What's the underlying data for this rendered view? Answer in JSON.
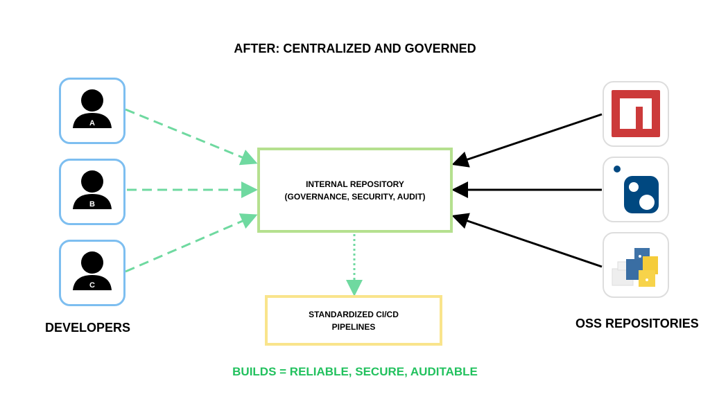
{
  "title": "AFTER: CENTRALIZED AND GOVERNED",
  "developers": {
    "label": "DEVELOPERS",
    "items": [
      {
        "letter": "A"
      },
      {
        "letter": "B"
      },
      {
        "letter": "C"
      }
    ]
  },
  "internal_repo": {
    "line1": "INTERNAL REPOSITORY",
    "line2": "(GOVERNANCE, SECURITY, AUDIT)"
  },
  "pipelines": {
    "line1": "STANDARDIZED CI/CD",
    "line2": "PIPELINES"
  },
  "oss": {
    "label": "OSS REPOSITORIES",
    "items": [
      "npm-logo-icon",
      "nuget-logo-icon",
      "pypi-logo-icon"
    ]
  },
  "footer": "BUILDS = RELIABLE, SECURE, AUDITABLE",
  "colors": {
    "dev_border": "#7dbef0",
    "repo_border": "#b5e08f",
    "pipeline_border": "#f9e48c",
    "green_arrow": "#6fd9a0",
    "footer": "#22c15e"
  }
}
